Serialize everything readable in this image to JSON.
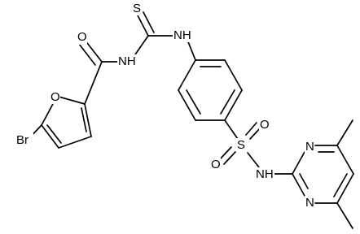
{
  "structure": {
    "atoms": {
      "br": "Br",
      "furan_o": "O",
      "carbonyl_o": "O",
      "amide_nh": "NH",
      "thio_s": "S",
      "thio_nh": "NH",
      "sulfonyl_s": "S",
      "sulfonyl_o_left": "O",
      "sulfonyl_o_right": "O",
      "sulfonamide_nh": "NH",
      "pyrimidine_n_top": "N",
      "pyrimidine_n_bottom": "N"
    }
  },
  "colors": {
    "bond": "#000000",
    "text": "#000000",
    "background": "#ffffff"
  }
}
